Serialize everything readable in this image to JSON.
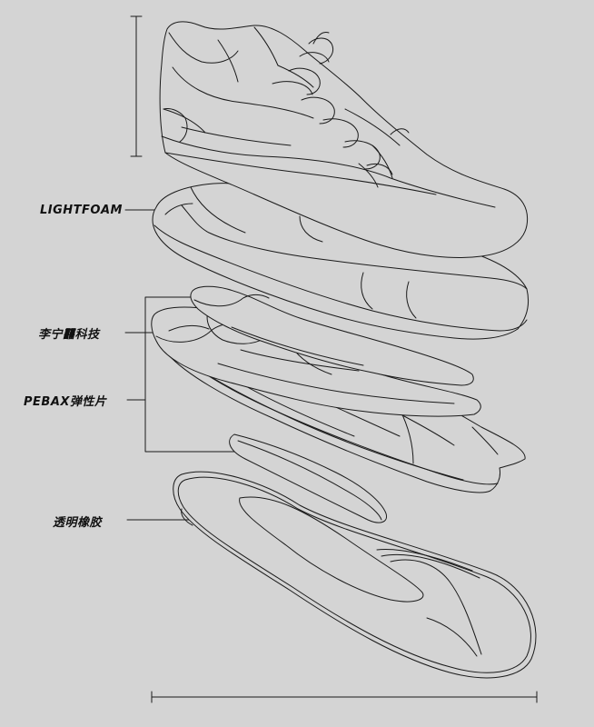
{
  "labels": {
    "lightfoam": "LIGHTFOAM",
    "tech": "李宁䨻科技",
    "pebax": "PEBAX弹性片",
    "rubber": "透明橡胶"
  },
  "colors": {
    "background": "#d4d4d4",
    "stroke": "#1a1a1a",
    "fill": "#d4d4d4"
  }
}
